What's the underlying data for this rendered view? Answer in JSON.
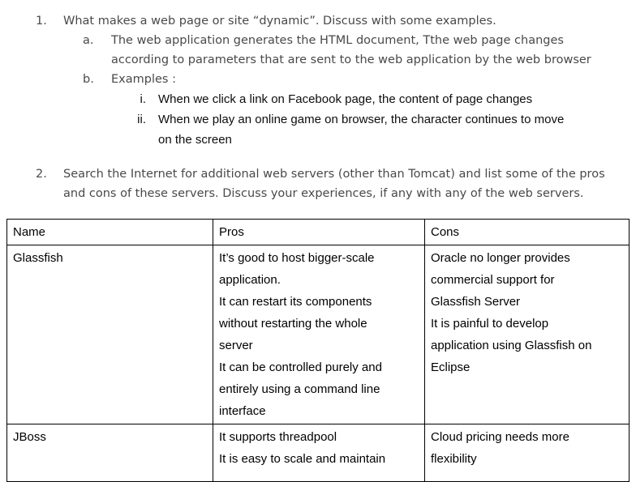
{
  "document": {
    "questions": [
      {
        "marker": "1.",
        "text": "What makes a web page or site “dynamic”. Discuss with some examples.",
        "sub_items": [
          {
            "marker": "a.",
            "lines": [
              "The web application generates the HTML document, Tthe web page changes",
              "according to parameters that are sent to the web application by the web browser"
            ]
          },
          {
            "marker": "b.",
            "lines": [
              "Examples :"
            ],
            "sub_items": [
              {
                "marker": "i.",
                "lines": [
                  "When we click a link on Facebook page, the content of page changes"
                ]
              },
              {
                "marker": "ii.",
                "lines": [
                  "When we play an online game on browser, the character continues to move",
                  "on the screen"
                ]
              }
            ]
          }
        ]
      },
      {
        "marker": "2.",
        "lines": [
          "Search the Internet for additional web servers (other than Tomcat) and list some of the pros",
          "and cons of these servers. Discuss your experiences, if any with any of the web servers."
        ]
      }
    ]
  },
  "table": {
    "headers": [
      "Name",
      "Pros",
      "Cons"
    ],
    "rows": [
      {
        "name": "Glassfish",
        "pros": [
          "It’s good to host bigger-scale",
          "application.",
          "It can restart its components",
          "without restarting the whole",
          "server",
          "It can be controlled purely and",
          "entirely using a command line",
          "interface"
        ],
        "cons": [
          "Oracle no longer provides",
          "commercial support for",
          "Glassfish Server",
          "It is painful to develop",
          "application using Glassfish on",
          "Eclipse"
        ]
      },
      {
        "name": "JBoss",
        "pros": [
          "It supports threadpool",
          "It is easy to scale and maintain"
        ],
        "cons": [
          "Cloud pricing needs more",
          "flexibility"
        ]
      }
    ]
  }
}
